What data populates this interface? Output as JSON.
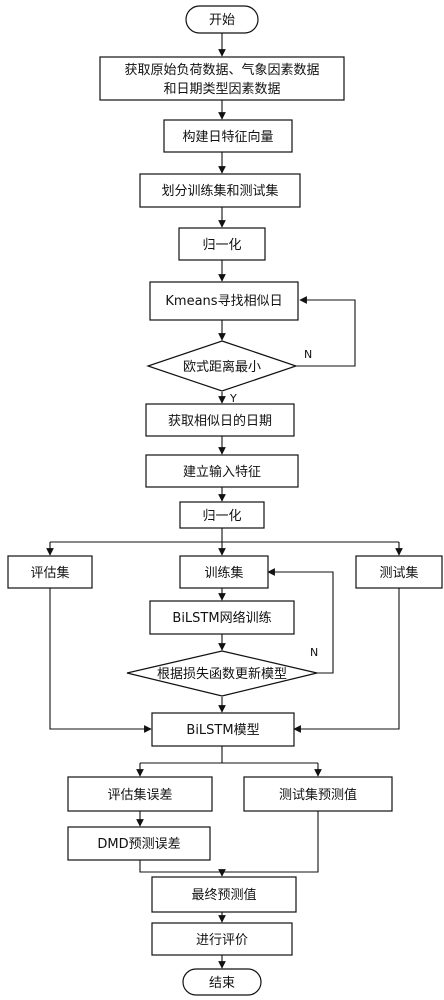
{
  "nodes": {
    "start": "开始",
    "get_data_1": "获取原始负荷数据、气象因素数据",
    "get_data_2": "和日期类型因素数据",
    "build_features": "构建日特征向量",
    "split": "划分训练集和测试集",
    "normalize_1": "归一化",
    "kmeans": "Kmeans寻找相似日",
    "euclid": "欧式距离最小",
    "get_dates": "获取相似日的日期",
    "input_features": "建立输入特征",
    "normalize_2": "归一化",
    "eval_set": "评估集",
    "train_set": "训练集",
    "test_set": "测试集",
    "bilstm_train": "BiLSTM网络训练",
    "update_model": "根据损失函数更新模型",
    "bilstm_model": "BiLSTM模型",
    "eval_error": "评估集误差",
    "test_predict": "测试集预测值",
    "dmd_error": "DMD预测误差",
    "final_predict": "最终预测值",
    "evaluate": "进行评价",
    "end": "结束"
  },
  "labels": {
    "n1": "N",
    "y1": "Y",
    "n2": "N"
  }
}
